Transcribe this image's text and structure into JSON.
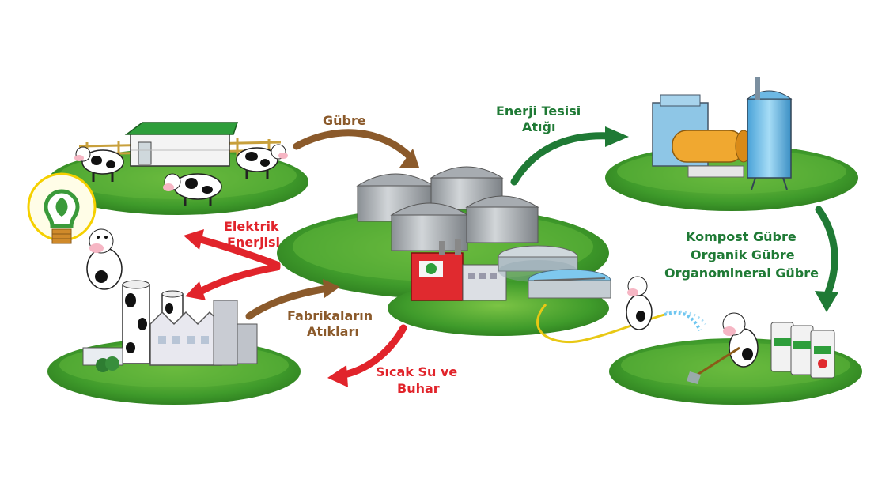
{
  "labels": {
    "gubre": "Gübre",
    "enerji_tesisi_line1": "Enerji Tesisi",
    "enerji_tesisi_line2": "Atığı",
    "elektrik_line1": "Elektrik",
    "elektrik_line2": "Enerjisi",
    "fabrika_line1": "Fabrikaların",
    "fabrika_line2": "Atıkları",
    "sicak_line1": "Sıcak Su ve",
    "sicak_line2": "Buhar",
    "kompost_line1": "Kompost Gübre",
    "kompost_line2": "Organik Gübre",
    "kompost_line3": "Organomineral Gübre"
  },
  "colors": {
    "brown": "#8B5A2B",
    "green": "#1f7a35",
    "red": "#e1242b",
    "grass": "#3f9b2b",
    "grass_light": "#7cc445"
  }
}
